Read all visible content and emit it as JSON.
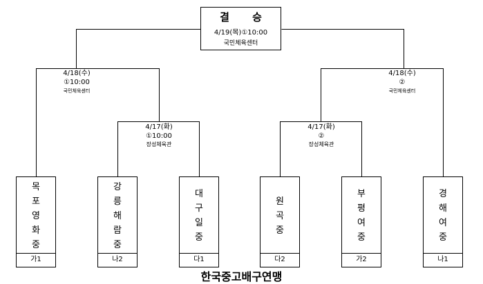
{
  "final": {
    "title": "결 승",
    "date": "4/19(목)①10:00",
    "venue": "국민체육센터"
  },
  "semifinals": [
    {
      "date": "4/18(수)",
      "time": "①10:00",
      "venue": "국민체육센터"
    },
    {
      "date": "4/18(수)",
      "time": "②",
      "venue": "국민체육센터"
    }
  ],
  "quarterfinals": [
    {
      "date": "4/17(화)",
      "time": "①10:00",
      "venue": "장성체육관"
    },
    {
      "date": "4/17(화)",
      "time": "②",
      "venue": "장성체육관"
    }
  ],
  "teams": [
    {
      "name": [
        "목",
        "포",
        "영",
        "화",
        "중"
      ],
      "group": "가1"
    },
    {
      "name": [
        "강",
        "릉",
        "해",
        "람",
        "중"
      ],
      "group": "나2"
    },
    {
      "name": [
        "대",
        "구",
        "일",
        "중"
      ],
      "group": "다1"
    },
    {
      "name": [
        "원",
        "곡",
        "중"
      ],
      "group": "다2"
    },
    {
      "name": [
        "부",
        "평",
        "여",
        "중"
      ],
      "group": "가2"
    },
    {
      "name": [
        "경",
        "해",
        "여",
        "중"
      ],
      "group": "나1"
    }
  ],
  "footer": "한국중고배구연맹"
}
